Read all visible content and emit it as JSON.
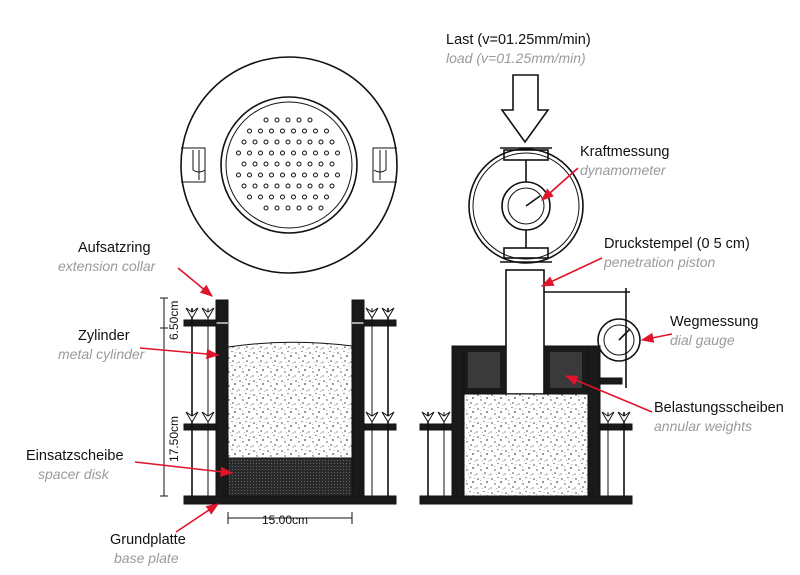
{
  "load": {
    "de": "Last (v=01.25mm/min)",
    "en": "load (v=01.25mm/min)"
  },
  "labels": {
    "kraftmessung": {
      "de": "Kraftmessung",
      "en": "dynamometer"
    },
    "druckstempel": {
      "de": "Druckstempel (0 5 cm)",
      "en": "penetration piston"
    },
    "wegmessung": {
      "de": "Wegmessung",
      "en": "dial gauge"
    },
    "belastungsscheiben": {
      "de": "Belastungsscheiben",
      "en": "annular weights"
    },
    "aufsatzring": {
      "de": "Aufsatzring",
      "en": "extension collar"
    },
    "zylinder": {
      "de": "Zylinder",
      "en": "metal cylinder"
    },
    "einsatzscheibe": {
      "de": "Einsatzscheibe",
      "en": "spacer disk"
    },
    "grundplatte": {
      "de": "Grundplatte",
      "en": "base plate"
    }
  },
  "dimensions": {
    "collar": "6.50cm",
    "cylinder": "17.50cm",
    "diameter": "15.00cm"
  },
  "colors": {
    "label_en": "#9a9a9a",
    "leader_arrow": "#e0142b",
    "ink": "#111111"
  }
}
